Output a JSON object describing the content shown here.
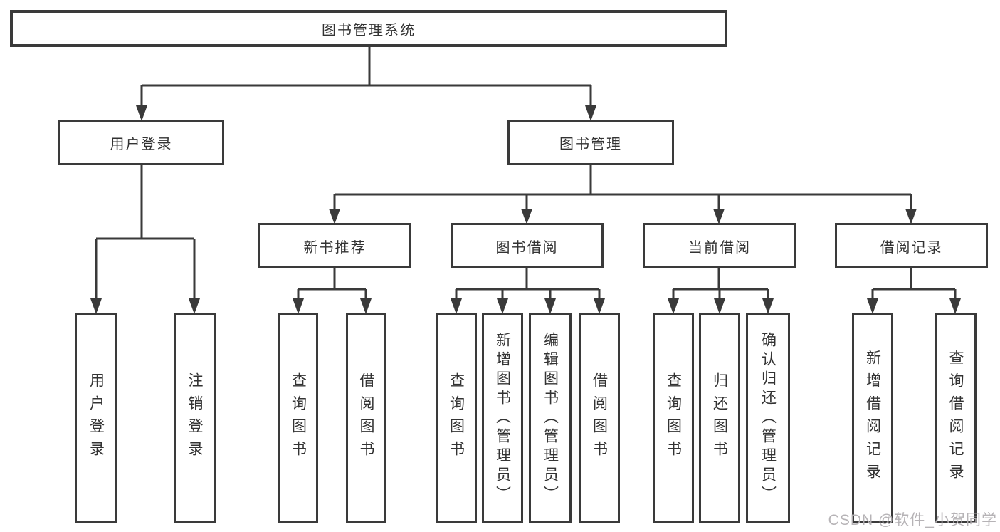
{
  "d": {
    "root": {
      "label": "图书管理系统"
    },
    "login": {
      "label": "用户登录",
      "children": [
        {
          "label": "用户登录"
        },
        {
          "label": "注销登录"
        }
      ]
    },
    "mgmt": {
      "label": "图书管理",
      "children": [
        {
          "label": "新书推荐",
          "children": [
            {
              "label": "查询图书"
            },
            {
              "label": "借阅图书"
            }
          ]
        },
        {
          "label": "图书借阅",
          "children": [
            {
              "label": "查询图书"
            },
            {
              "label": "新增图书（管理员）"
            },
            {
              "label": "编辑图书（管理员）"
            },
            {
              "label": "借阅图书"
            }
          ]
        },
        {
          "label": "当前借阅",
          "children": [
            {
              "label": "查询图书"
            },
            {
              "label": "归还图书"
            },
            {
              "label": "确认归还（管理员）"
            }
          ]
        },
        {
          "label": "借阅记录",
          "children": [
            {
              "label": "新增借阅记录"
            },
            {
              "label": "查询借阅记录"
            }
          ]
        }
      ]
    },
    "watermark": "CSDN @软件_小贺同学",
    "colors": {
      "line": "#3a3a3a",
      "text": "#333333",
      "watermark": "#b2afb2"
    }
  }
}
